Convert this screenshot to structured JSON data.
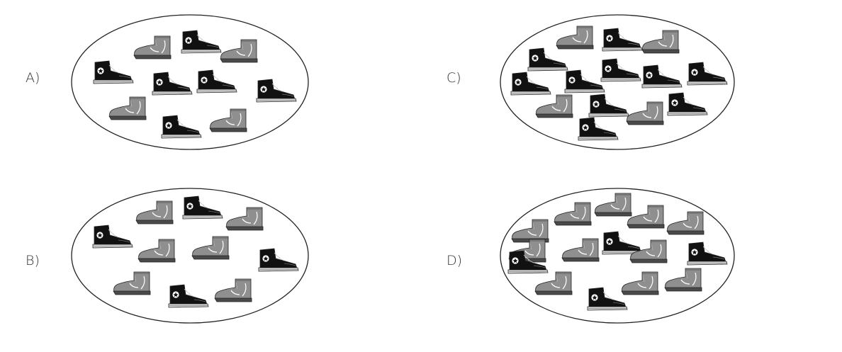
{
  "options": [
    {
      "label": "A)",
      "items": [
        {
          "type": "boot"
        },
        {
          "type": "sneaker"
        },
        {
          "type": "boot"
        },
        {
          "type": "sneaker"
        },
        {
          "type": "sneaker"
        },
        {
          "type": "sneaker"
        },
        {
          "type": "sneaker"
        },
        {
          "type": "boot"
        },
        {
          "type": "sneaker"
        },
        {
          "type": "boot"
        }
      ]
    },
    {
      "label": "B)",
      "items": [
        {
          "type": "boot"
        },
        {
          "type": "sneaker"
        },
        {
          "type": "boot"
        },
        {
          "type": "sneaker"
        },
        {
          "type": "boot"
        },
        {
          "type": "boot"
        },
        {
          "type": "sneaker"
        },
        {
          "type": "boot"
        },
        {
          "type": "sneaker"
        },
        {
          "type": "boot"
        }
      ]
    },
    {
      "label": "C)",
      "items": [
        {
          "type": "boot"
        },
        {
          "type": "sneaker"
        },
        {
          "type": "boot"
        },
        {
          "type": "sneaker"
        },
        {
          "type": "sneaker"
        },
        {
          "type": "sneaker"
        },
        {
          "type": "sneaker"
        },
        {
          "type": "sneaker"
        },
        {
          "type": "sneaker"
        },
        {
          "type": "boot"
        },
        {
          "type": "sneaker"
        },
        {
          "type": "boot"
        },
        {
          "type": "sneaker"
        },
        {
          "type": "sneaker"
        }
      ]
    },
    {
      "label": "D)",
      "items": [
        {
          "type": "boot"
        },
        {
          "type": "boot"
        },
        {
          "type": "boot"
        },
        {
          "type": "boot"
        },
        {
          "type": "boot"
        },
        {
          "type": "boot"
        },
        {
          "type": "sneaker"
        },
        {
          "type": "boot"
        },
        {
          "type": "sneaker"
        },
        {
          "type": "boot"
        },
        {
          "type": "sneaker"
        },
        {
          "type": "boot"
        },
        {
          "type": "sneaker"
        },
        {
          "type": "boot"
        },
        {
          "type": "boot"
        }
      ]
    }
  ],
  "colors": {
    "sneaker_body": "#111111",
    "sneaker_sole": "#d8d8d8",
    "boot_body": "#8f8f8f",
    "boot_sole": "#4a4a4a",
    "outline": "#222222"
  }
}
